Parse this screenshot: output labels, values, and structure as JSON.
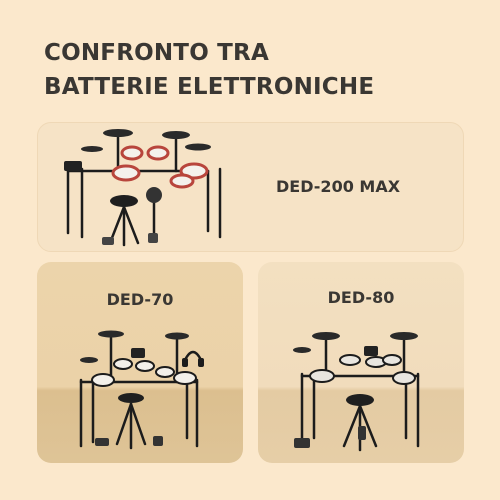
{
  "title": {
    "line1": "CONFRONTO TRA",
    "line2": "BATTERIE ELETTRONICHE"
  },
  "products": [
    {
      "name": "DED-200 MAX",
      "image": "drum-kit-red-mesh-pads-icon"
    },
    {
      "name": "DED-70",
      "image": "drum-kit-white-pads-headphones-icon"
    },
    {
      "name": "DED-80",
      "image": "drum-kit-white-mesh-pads-icon"
    }
  ],
  "colors": {
    "background": "#fbe8cc",
    "text": "#3a3733",
    "accent_red": "#b8453c"
  }
}
